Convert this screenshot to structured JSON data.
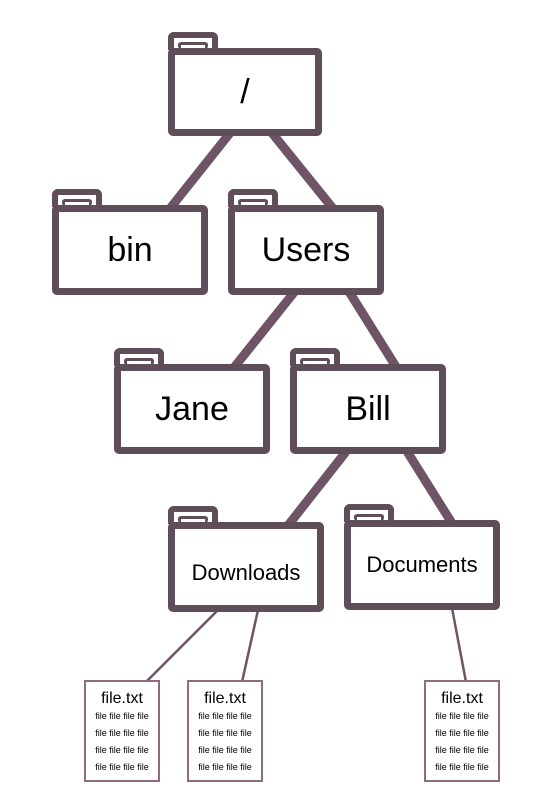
{
  "folders": {
    "root": "/",
    "bin": "bin",
    "users": "Users",
    "jane": "Jane",
    "bill": "Bill",
    "downloads": "Downloads",
    "documents": "Documents"
  },
  "files": [
    {
      "title": "file.txt",
      "lines": [
        "file file file file",
        "file file file file",
        "file file file file",
        "file file file file"
      ]
    },
    {
      "title": "file.txt",
      "lines": [
        "file file file file",
        "file file file file",
        "file file file file",
        "file file file file"
      ]
    },
    {
      "title": "file.txt",
      "lines": [
        "file file file file",
        "file file file file",
        "file file file file",
        "file file file file"
      ]
    }
  ],
  "colors": {
    "folder_stroke": "#5f4d5a",
    "connector": "#6e5466",
    "file_stroke": "#8c6c80"
  }
}
